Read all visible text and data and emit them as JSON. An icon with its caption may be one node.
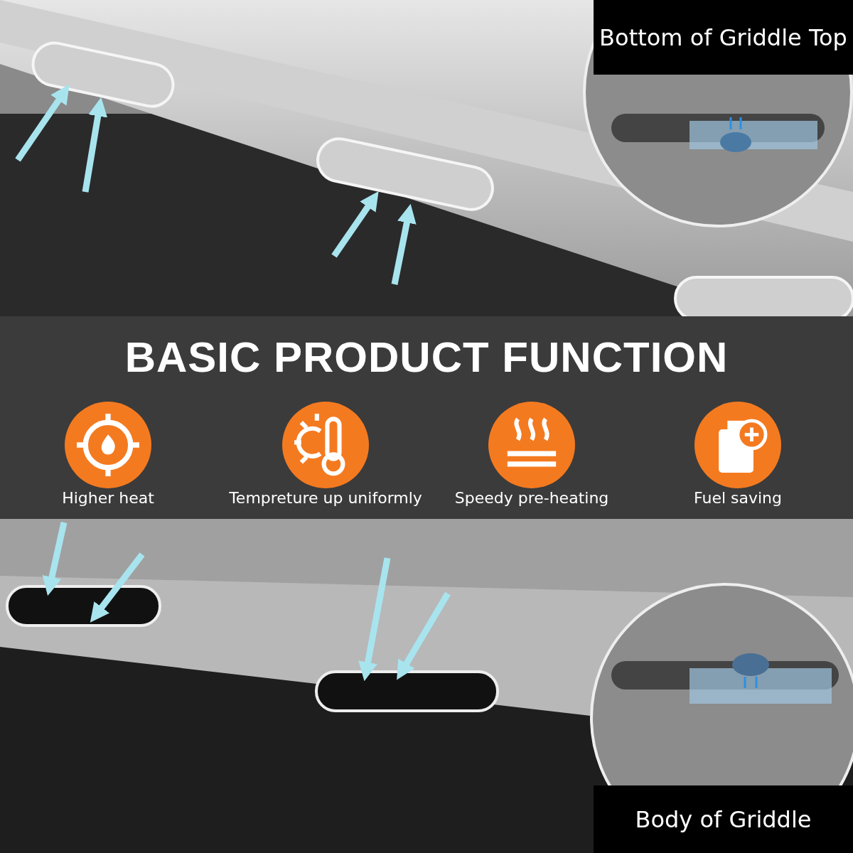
{
  "diagram": {
    "title": "BASIC PRODUCT FUNCTION",
    "labels": [
      "Bottom of Griddle Top",
      "Higher heat",
      "Tempreture up uniformly",
      "Speedy pre-heating",
      "Fuel saving",
      "Body of Griddle"
    ]
  }
}
